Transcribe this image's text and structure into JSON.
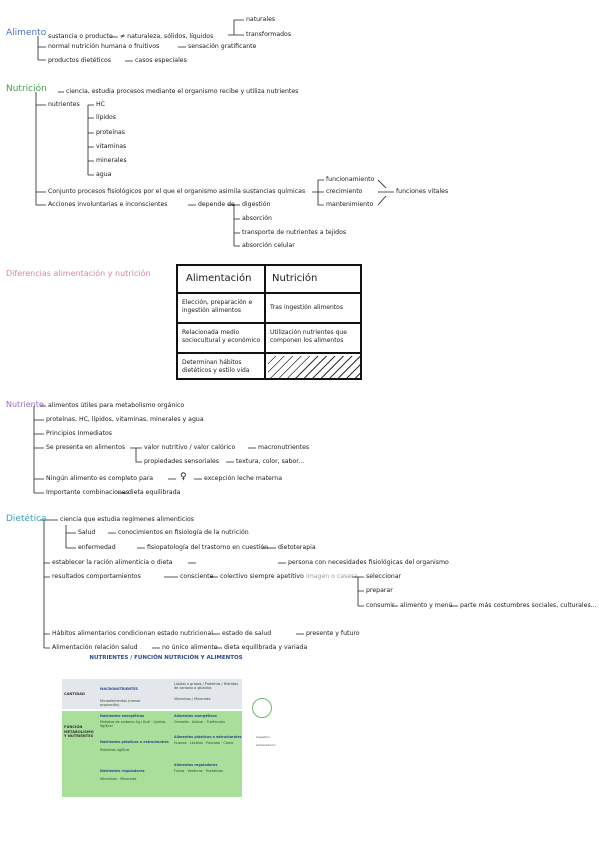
{
  "alimento": {
    "title": "Alimento",
    "line1_a": "sustancia o producto",
    "line1_b": "≠ naturaleza, sólidos, líquidos",
    "branch_natural": "naturales",
    "branch_trans": "transformados",
    "line2": "normal nutrición humana o fruitivos",
    "line2_b": "sensación gratificante",
    "line3": "productos dietéticos",
    "line3_b": "casos especiales"
  },
  "nutricion": {
    "title": "Nutrición",
    "definition": "ciencia, estudia procesos mediante el organismo recibe y utiliza nutrientes",
    "nutrientes_label": "nutrientes",
    "nutrientes": [
      "HC",
      "lípidos",
      "proteínas",
      "vitaminas",
      "minerales",
      "agua"
    ],
    "conjunto": "Conjunto procesos fisiológicos por el que el organismo asimila sustancias químicas",
    "funciones": [
      "funcionamiento",
      "crecimiento",
      "mantenimiento"
    ],
    "funciones_vitales": "funciones vitales",
    "acciones": "Acciones involuntarias e inconscientes",
    "depende": "depende de",
    "depende_items": [
      "digestión",
      "absorción",
      "transporte de nutrientes a tejidos",
      "absorción celular"
    ]
  },
  "diferencias": {
    "title": "Diferencias alimentación y nutrición",
    "col1_head": "Alimentación",
    "col2_head": "Nutrición",
    "r1c1": "Elección, preparación e ingestión alimentos",
    "r1c2": "Tras ingestión alimentos",
    "r2c1": "Relacionada medio sociocultural y económico",
    "r2c2": "Utilización nutrientes que componen los alimentos",
    "r3c1": "Determinan hábitos dietéticos y estilo vida"
  },
  "nutriente": {
    "title": "Nutriente",
    "line1": "alimentos útiles para metabolismo orgánico",
    "line2": "proteínas, HC, lípidos, vitaminas, minerales y agua",
    "line3": "Principios Inmediatos",
    "line4": "Se presenta en alimentos",
    "line4_a": "valor nutritivo / valor calórico",
    "line4_a2": "macronutrientes",
    "line4_b": "propiedades sensoriales",
    "line4_b2": "textura, color, sabor...",
    "line5": "Ningún alimento es completo para",
    "line5_b": "excepción leche materna",
    "line6": "Importante combinaciones",
    "line6_b": "dieta equilibrada"
  },
  "dietetica": {
    "title": "Dietética",
    "line1": "ciencia que estudia regímenes alimenticios",
    "salud": "Salud",
    "salud_b": "conocimientos en fisiología de la nutrición",
    "enfermedad": "enfermedad",
    "enfermedad_b": "fisiopatología del trastorno en cuestión",
    "enfermedad_c": "dietoterapia",
    "line2": "establecer la ración alimenticia o dieta",
    "line2_b": "persona con necesidades fisiológicas del organismo",
    "line3": "resultados comportamientos",
    "line3_b": "consciente",
    "line3_c": "colectivo siempre apetitivo",
    "line3_grey": "imagen o casera",
    "seleccionar": "seleccionar",
    "preparar": "preparar",
    "consumir": "consumir",
    "consumir_b": "alimento y menú",
    "consumir_c": "parte más costumbres sociales, culturales...",
    "line4": "Hábitos alimentarios condicionan estado nutricional",
    "line4_b": "estado de salud",
    "line4_c": "presente y futuro",
    "line5": "Alimentación relación salud",
    "line5_b": "no único alimento",
    "line5_c": "dieta equilibrada y variada"
  },
  "embedded": {
    "header": "NUTRIENTES / FUNCIÓN NUTRICIÓN Y ALIMENTOS",
    "row1_label": "CANTIDAD",
    "row1_a": "MACRONUTRIENTES",
    "row1_b": "Microelementos (menor proporción)",
    "row1_r1": "Lípidos o grasas / Proteínas / Hidratos de carbono o glúcidos",
    "row1_r2": "Vitaminas / Minerales",
    "row2_label": "FUNCIÓN METABOLISMO Y NUTRIENTES",
    "row2_a": "Nutrientes energéticos",
    "row2_a_txt": "Hidratos de carbono 4g / Kcal · Lípidos 9g/Kcal",
    "row2_a_r": "Alimentos energéticos",
    "row2_a_r_txt": "Cereales · Azúcar · Tubérculos",
    "row2_b": "Nutrientes plásticos o estructurales",
    "row2_b_txt": "Proteínas 4g/Kcal",
    "row2_b_r": "Alimentos plásticos o estructurales",
    "row2_b_r_txt": "Huevos · Lácteos · Pescado · Carne",
    "row2_c": "Nutrientes reguladores",
    "row2_c_txt": "Vitaminas · Minerales",
    "row2_c_r": "Alimentos reguladores",
    "row2_c_r_txt": "Frutas · Verduras · Hortalizas",
    "side": "Ingestión · Alimentación"
  }
}
